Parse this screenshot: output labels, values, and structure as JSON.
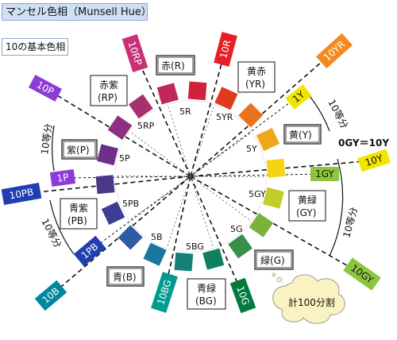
{
  "title": "マンセル色相（Munsell Hue）",
  "subtitle": "10の基本色相",
  "note": "計100分割",
  "division_label": "10等分",
  "gy_equation": "0GY＝10Y",
  "hue_names": [
    {
      "ja": "赤",
      "code": "(R)"
    },
    {
      "ja": "黄赤",
      "code": "(YR)"
    },
    {
      "ja": "黄",
      "code": "(Y)"
    },
    {
      "ja": "黄緑",
      "code": "(GY)"
    },
    {
      "ja": "緑",
      "code": "(G)"
    },
    {
      "ja": "青緑",
      "code": "(BG)"
    },
    {
      "ja": "青",
      "code": "(B)"
    },
    {
      "ja": "青紫",
      "code": "(PB)"
    },
    {
      "ja": "紫",
      "code": "(P)"
    },
    {
      "ja": "赤紫",
      "code": "(RP)"
    }
  ],
  "inner_labels": [
    "5R",
    "5YR",
    "5Y",
    "5GY",
    "5G",
    "5BG",
    "5B",
    "5PB",
    "5P",
    "5RP"
  ],
  "outer_tags": [
    "10R",
    "10YR",
    "1Y",
    "10Y",
    "1GY",
    "10GY",
    "10G",
    "10BG",
    "10B",
    "1PB",
    "10PB",
    "1P",
    "10P",
    "10RP"
  ],
  "swatch_colors": [
    "#d1213a",
    "#e03a1f",
    "#e8731c",
    "#f0a81a",
    "#f4d516",
    "#c4cc2a",
    "#7bb33a",
    "#37904a",
    "#0f7f62",
    "#138176",
    "#1876a0",
    "#2d5ca3",
    "#3a3f93",
    "#4b3689",
    "#6d2f8a",
    "#8e2f84",
    "#a8306e",
    "#c1285a"
  ],
  "tag_colors": {
    "R": "#e41f25",
    "YR": "#f28a1d",
    "Y": "#f2e600",
    "GY": "#8cc63f",
    "G": "#007a3d",
    "BG": "#009a8e",
    "B": "#00879f",
    "PB": "#1f3fb3",
    "P": "#8a3bd8",
    "RP": "#c8307a"
  }
}
